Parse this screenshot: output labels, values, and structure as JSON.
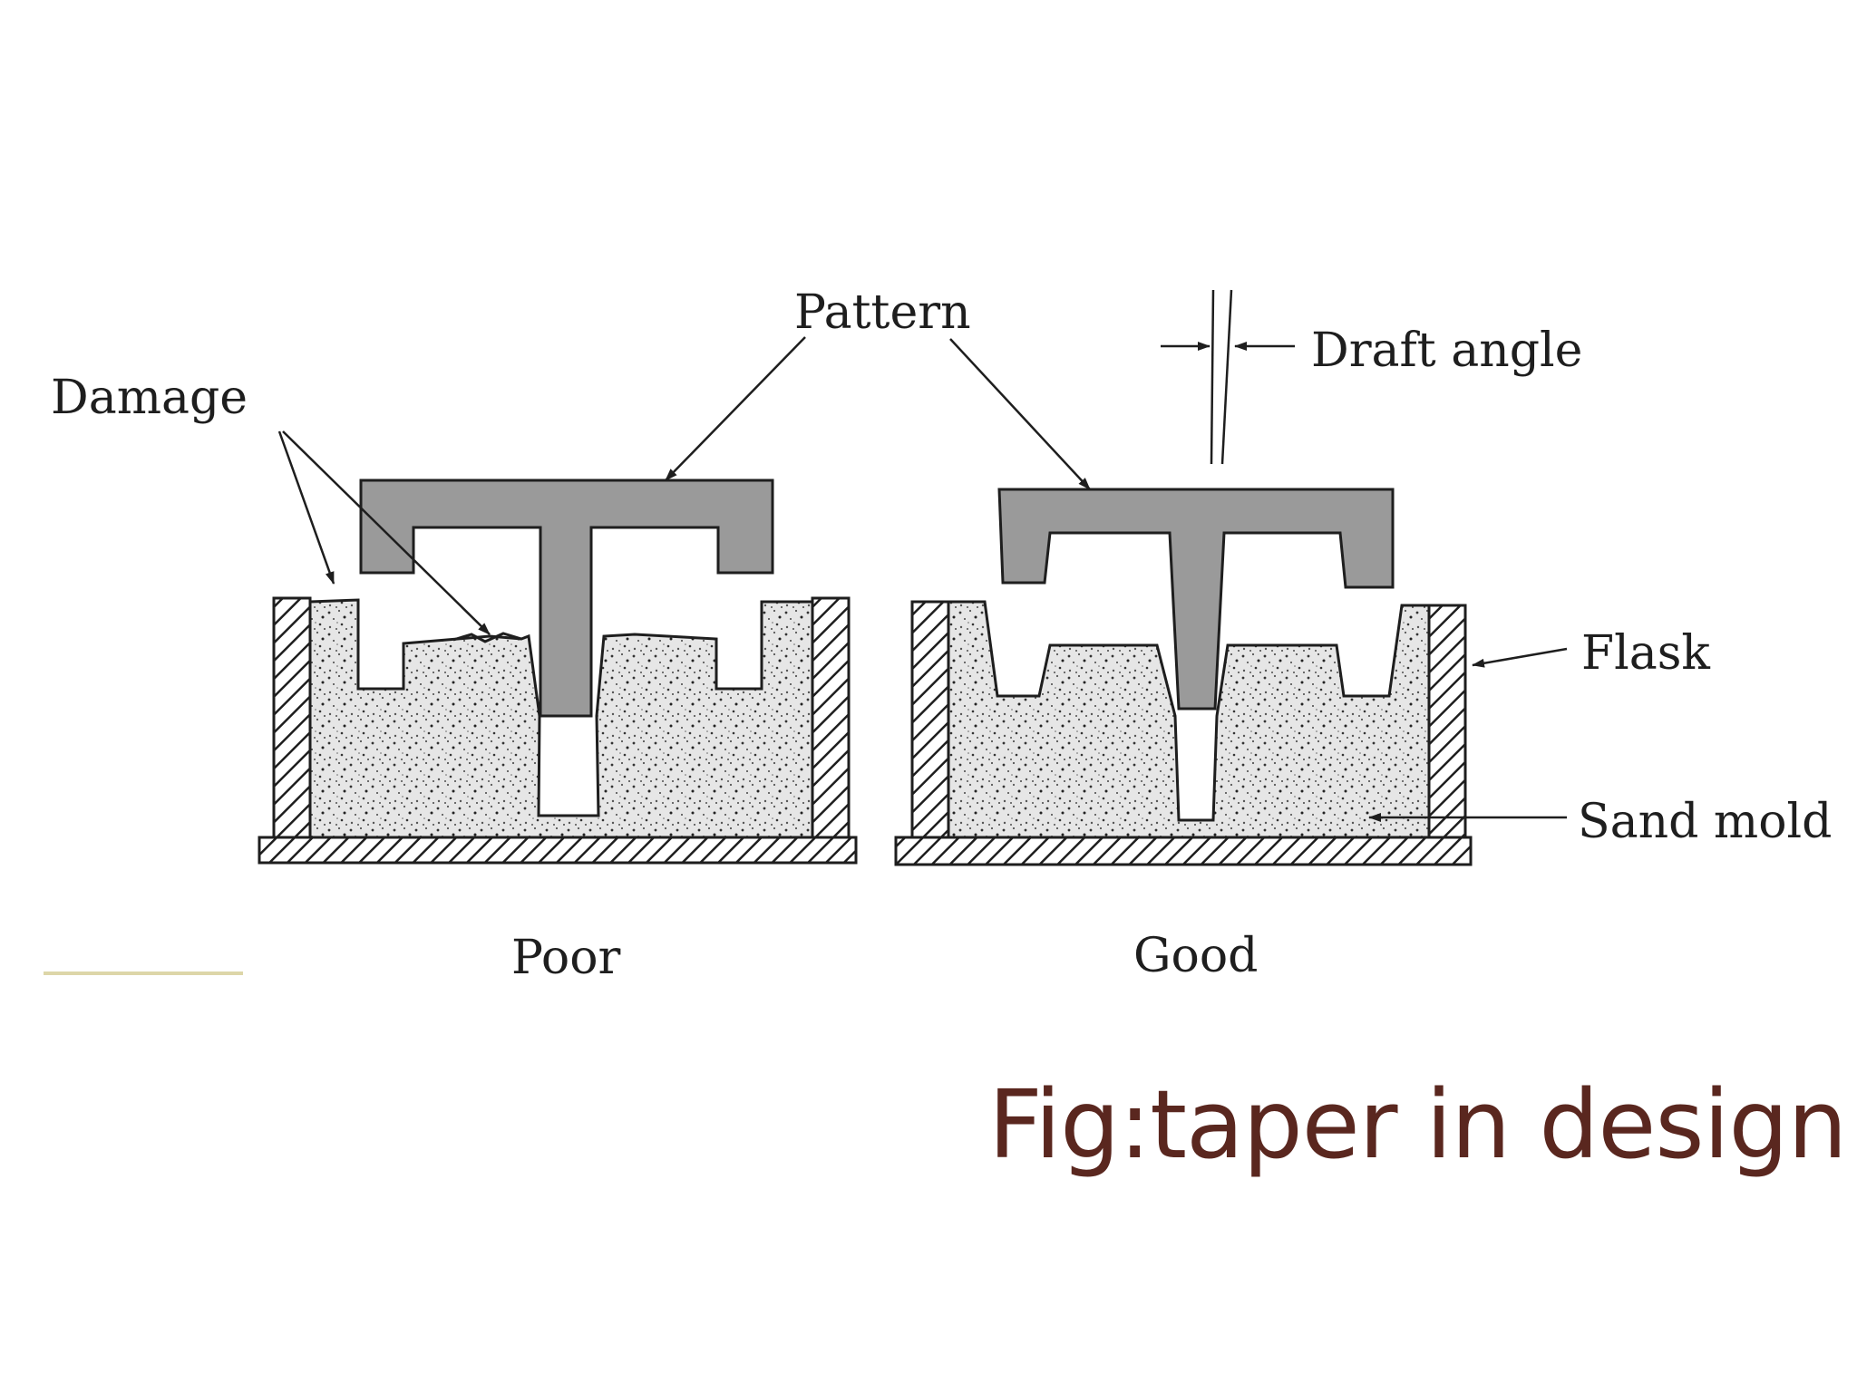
{
  "diagram": {
    "labels": {
      "pattern": "Pattern",
      "damage": "Damage",
      "draft_angle": "Draft angle",
      "flask": "Flask",
      "sand_mold": "Sand mold",
      "poor": "Poor",
      "good": "Good"
    }
  },
  "caption": "Fig:taper in design",
  "colors": {
    "caption": "#5a271f",
    "pattern_fill": "#9a9a9a",
    "sand_fill": "#e6e6e6",
    "line": "#1e1e1e",
    "accent_line": "#ddd6a8"
  }
}
